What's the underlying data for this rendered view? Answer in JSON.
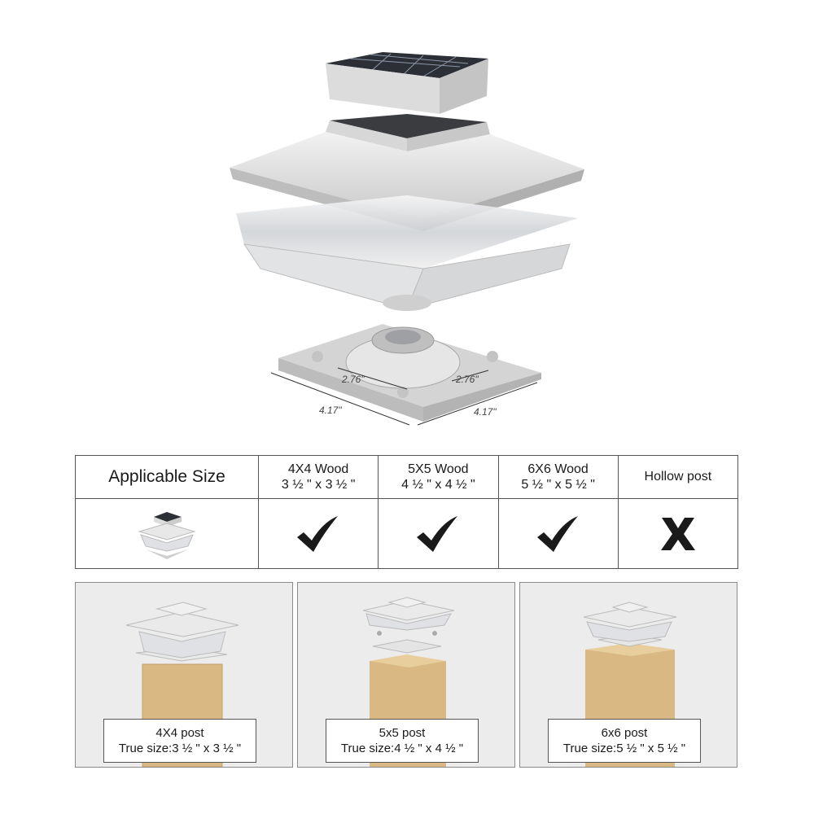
{
  "diagram": {
    "dimensions": {
      "top_left": "2.76\"",
      "top_right": "2.76\"",
      "bottom_left": "4.17\"",
      "bottom_right": "4.17\""
    }
  },
  "table": {
    "header": {
      "applicable_size": "Applicable Size",
      "col1_line1": "4X4 Wood",
      "col1_line2": "3 ½ \" x 3 ½ \"",
      "col2_line1": "5X5 Wood",
      "col2_line2": "4 ½ \" x 4 ½ \"",
      "col3_line1": "6X6 Wood",
      "col3_line2": "5 ½ \" x 5 ½ \"",
      "col4": "Hollow post"
    },
    "compatibility": [
      "check",
      "check",
      "check",
      "cross"
    ]
  },
  "panels": [
    {
      "title": "4X4 post",
      "size": "True size:3 ½ \" x 3 ½ \""
    },
    {
      "title": "5x5 post",
      "size": "True size:4 ½ \" x 4 ½ \""
    },
    {
      "title": "6x6 post",
      "size": "True size:5 ½ \" x 5 ½ \""
    }
  ],
  "colors": {
    "wood": "#d9b884",
    "cap": "#e6e6e6",
    "solar_panel": "#2c2f36",
    "border": "#555555"
  }
}
